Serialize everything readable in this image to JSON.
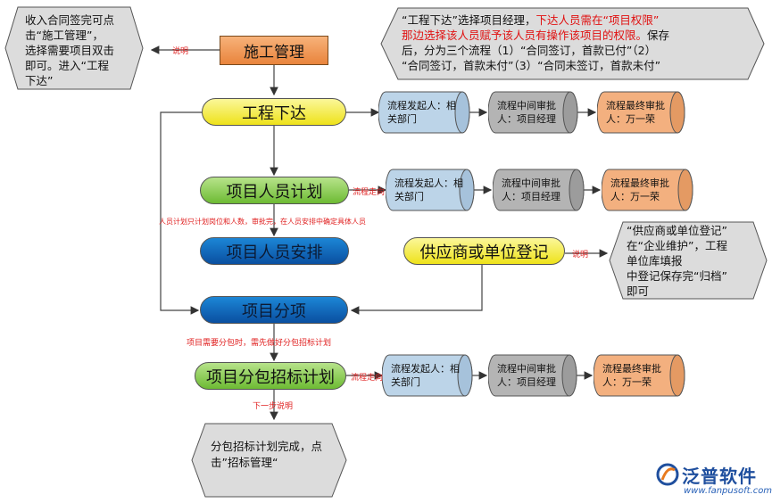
{
  "nodes": {
    "construction_mgmt": "施工管理",
    "engineering_dispatch": "工程下达",
    "personnel_plan": "项目人员计划",
    "personnel_arrange": "项目人员安排",
    "supplier_register": "供应商或单位登记",
    "project_breakdown": "项目分项",
    "subcontract_plan": "项目分包招标计划"
  },
  "callouts": {
    "top_left": [
      "收入合同签完可点",
      "击“施工管理”，",
      "选择需要项目双击",
      "即可。进入“工程",
      "下达”"
    ],
    "top_right": {
      "line1_a": "“工程下达”选择项目经理，",
      "line1_b": "下达人员需在“项目权限”",
      "line2": "那边选择该人员赋予该人员有操作该项目的权限。",
      "line2_b": "保存",
      "line3": "后，分为三个流程（1）“合同签订，首款已付”（2）",
      "line4": "“合同签订，首款未付”（3）“合同未签订，首款未付”"
    },
    "supplier": [
      "“供应商或单位登记”",
      "在“企业维护”，工程",
      "单位库填报",
      "中登记保存完“归档”",
      "即可"
    ],
    "bottom": [
      "分包招标计划完成，点",
      "击”招标管理“"
    ]
  },
  "flows": {
    "row1": [
      "流程发起人：相关部门",
      "流程中间审批人：项目经理",
      "流程最终审批人：万一荣"
    ],
    "row2": [
      "流程发起人：相关部门",
      "流程中间审批人：项目经理",
      "流程最终审批人：万一荣"
    ],
    "row3": [
      "流程发起人：相关部门",
      "流程中间审批人：项目经理",
      "流程最终审批人：万一荣"
    ]
  },
  "labels": {
    "note1": "说明",
    "flow_dir1": "流程走向",
    "personnel_note": "人员计划只计划岗位和人数，审批完，在人员安排中确定具体人员",
    "note2": "说明",
    "subcontract_note": "项目需要分包时，需先做好分包招标计划",
    "flow_dir2": "流程走向",
    "next_step": "下一步说明"
  },
  "logo": {
    "name": "泛普软件",
    "url": "www.fanpusoft.com"
  },
  "colors": {
    "orange": "#ed8a45",
    "yellow": "#f0e51c",
    "green": "#79c13a",
    "blue": "#0a5db5",
    "cyl_blue": "#bcd4e8",
    "cyl_gray": "#b4b4b4",
    "cyl_orange": "#f3b07f",
    "label_red": "#e02020"
  }
}
